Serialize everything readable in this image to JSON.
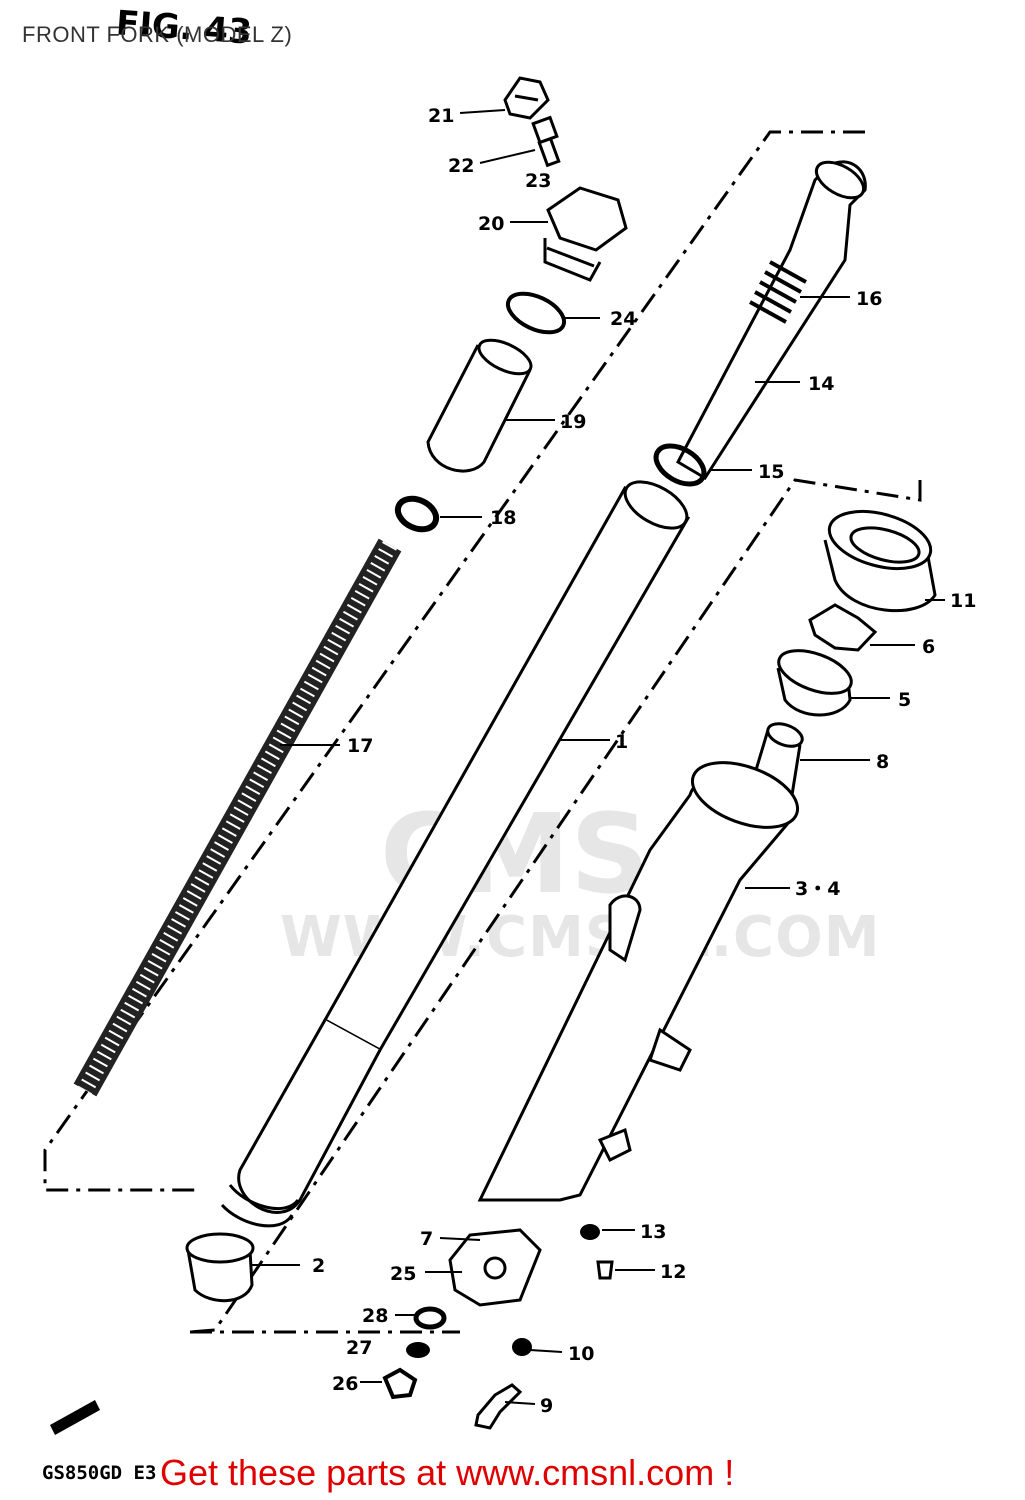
{
  "header": {
    "title": "FRONT FORK (MODEL Z)",
    "fig_label": "FIG. 43"
  },
  "watermark": {
    "logo_text": "CMS",
    "url_text": "WWW.CMSNL.COM"
  },
  "callouts": {
    "c1": "1",
    "c2": "2",
    "c34": "3・4",
    "c5": "5",
    "c6": "6",
    "c7": "7",
    "c8": "8",
    "c9": "9",
    "c10": "10",
    "c11": "11",
    "c12": "12",
    "c13": "13",
    "c14": "14",
    "c15": "15",
    "c16": "16",
    "c17": "17",
    "c18": "18",
    "c19": "19",
    "c20": "20",
    "c21": "21",
    "c22": "22",
    "c23": "23",
    "c24": "24",
    "c25": "25",
    "c26": "26",
    "c27": "27",
    "c28": "28"
  },
  "footer": {
    "model_code": "GS850GD E3",
    "link_text": "Get these parts at www.cmsnl.com !"
  },
  "colors": {
    "link": "#e00000",
    "ink": "#000000",
    "watermark": "#e6e6e6"
  }
}
